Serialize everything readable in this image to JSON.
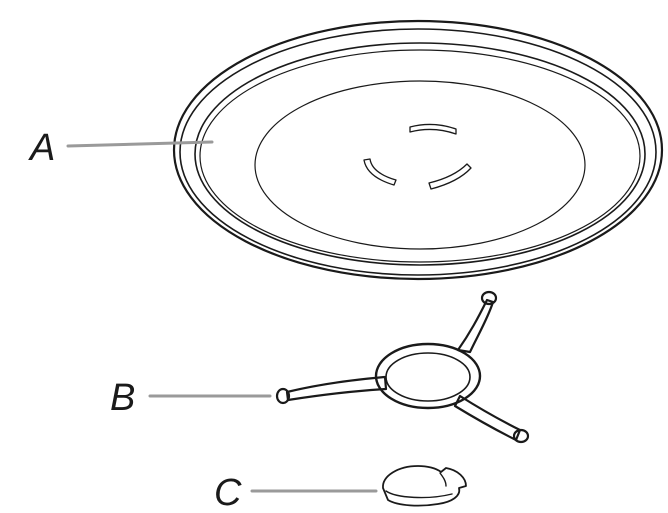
{
  "labels": {
    "a": "A",
    "b": "B",
    "c": "C"
  },
  "parts": [
    {
      "id": "a",
      "depicts": "glass-turntable-tray-icon"
    },
    {
      "id": "b",
      "depicts": "roller-ring-support-icon"
    },
    {
      "id": "c",
      "depicts": "turntable-hub-coupler-icon"
    }
  ],
  "colors": {
    "ink": "#1a1a1a",
    "leader": "#9a9a9a",
    "background": "#ffffff"
  }
}
